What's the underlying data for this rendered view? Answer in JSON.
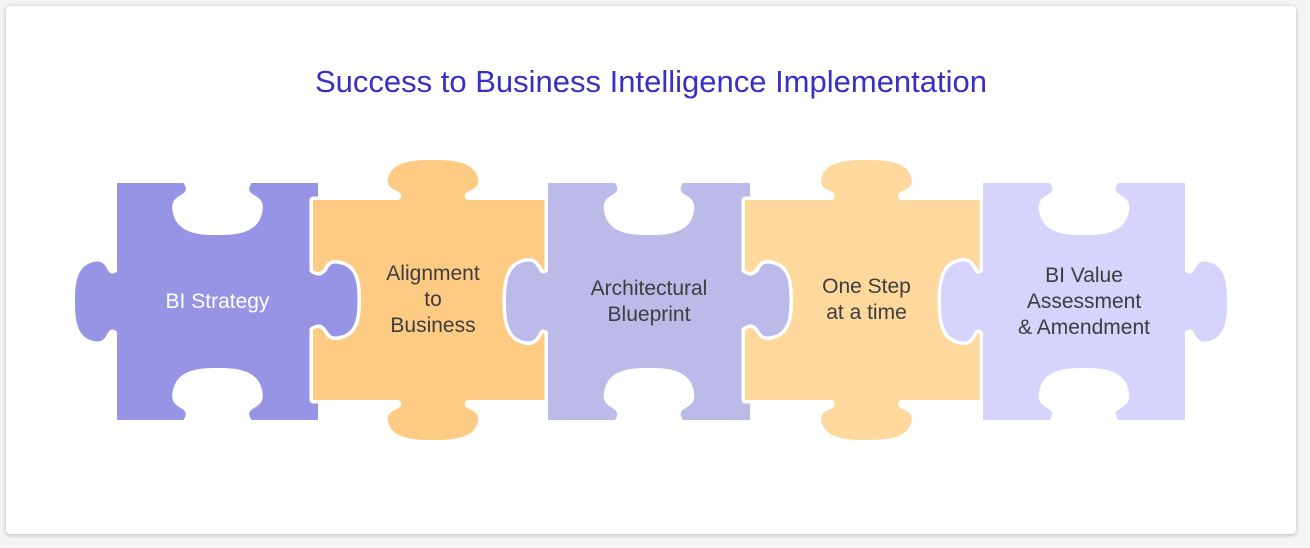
{
  "title": "Success to Business Intelligence Implementation",
  "pieces": [
    {
      "lines": [
        "BI Strategy"
      ],
      "color": "#9794e6",
      "text_color": "#ffffff"
    },
    {
      "lines": [
        "Alignment",
        "to",
        "Business"
      ],
      "color": "#fecb84",
      "text_color": "#3d3d3d"
    },
    {
      "lines": [
        "Architectural",
        "Blueprint"
      ],
      "color": "#bcbae8",
      "text_color": "#3d3d3d"
    },
    {
      "lines": [
        "One Step",
        "at a time"
      ],
      "color": "#fed89d",
      "text_color": "#3d3d3d"
    },
    {
      "lines": [
        "BI Value",
        "Assessment",
        "& Amendment"
      ],
      "color": "#d6d4fc",
      "text_color": "#3d3d3d"
    }
  ]
}
